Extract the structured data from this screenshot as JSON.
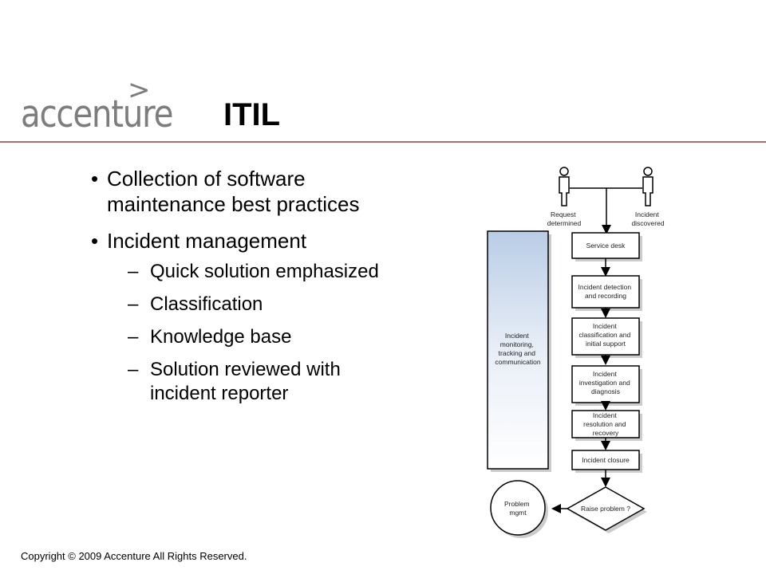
{
  "logo": {
    "brand": "accenture",
    "mark": ">"
  },
  "slide": {
    "title": "ITIL"
  },
  "bullets": [
    {
      "text": "Collection of software maintenance best practices",
      "subs": []
    },
    {
      "text": "Incident management",
      "subs": [
        "Quick solution emphasized",
        "Classification",
        "Knowledge base",
        "Solution reviewed with incident reporter"
      ]
    }
  ],
  "diagram": {
    "actors": {
      "left": {
        "line1": "Request",
        "line2": "determined"
      },
      "right": {
        "line1": "Incident",
        "line2": "discovered"
      }
    },
    "side_box": [
      "Incident",
      "monitoring,",
      "tracking and",
      "communication"
    ],
    "steps": [
      [
        "Service desk"
      ],
      [
        "Incident detection",
        "and recording"
      ],
      [
        "Incident",
        "classification and",
        "initial support"
      ],
      [
        "Incident",
        "investigation and",
        "diagnosis"
      ],
      [
        "Incident",
        "resolution and",
        "recovery"
      ],
      [
        "Incident closure"
      ]
    ],
    "decision": "Raise problem ?",
    "terminal": [
      "Problem",
      "mgmt"
    ]
  },
  "footer": {
    "copyright": "Copyright © 2009 Accenture All Rights Reserved."
  },
  "colors": {
    "rule": "#b06a6a",
    "logo_gray": "#7d7d7d",
    "side_box_top": "#b9cde6"
  }
}
